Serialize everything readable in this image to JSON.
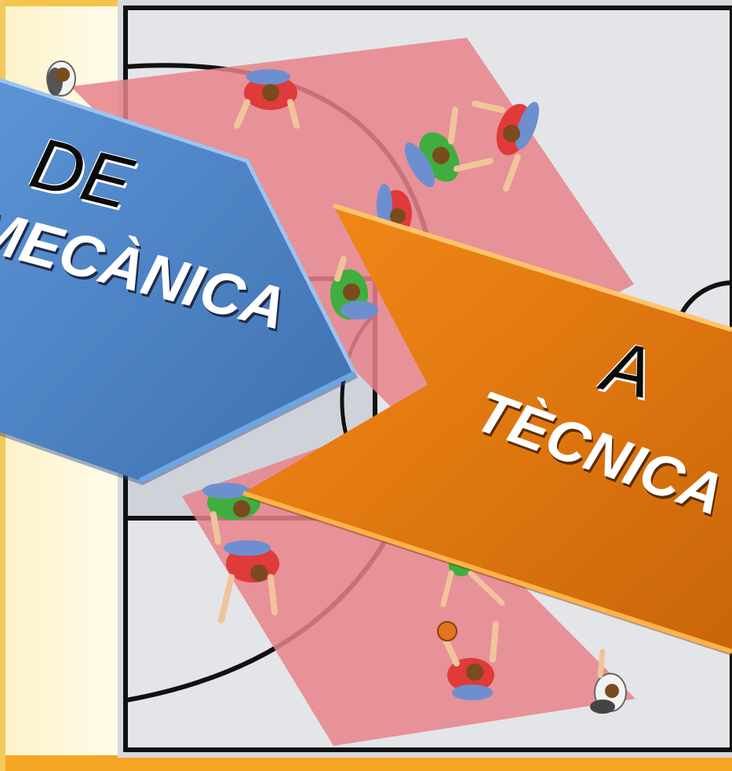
{
  "slide": {
    "left_sign": {
      "line1": "DE",
      "line2": "MECÀNICA",
      "color": "#4f83c4"
    },
    "right_sign": {
      "line1": "A",
      "line2": "TÈCNICA",
      "color": "#e07810"
    }
  },
  "court": {
    "floor_color": "#e4e5e8",
    "zone_color": "#e8838b",
    "players": [
      {
        "team": "red",
        "color": "#e03a3a"
      },
      {
        "team": "green",
        "color": "#3fae3f"
      },
      {
        "team": "white",
        "color": "#f2f2f2"
      }
    ],
    "ball_color": "#e4751f"
  }
}
